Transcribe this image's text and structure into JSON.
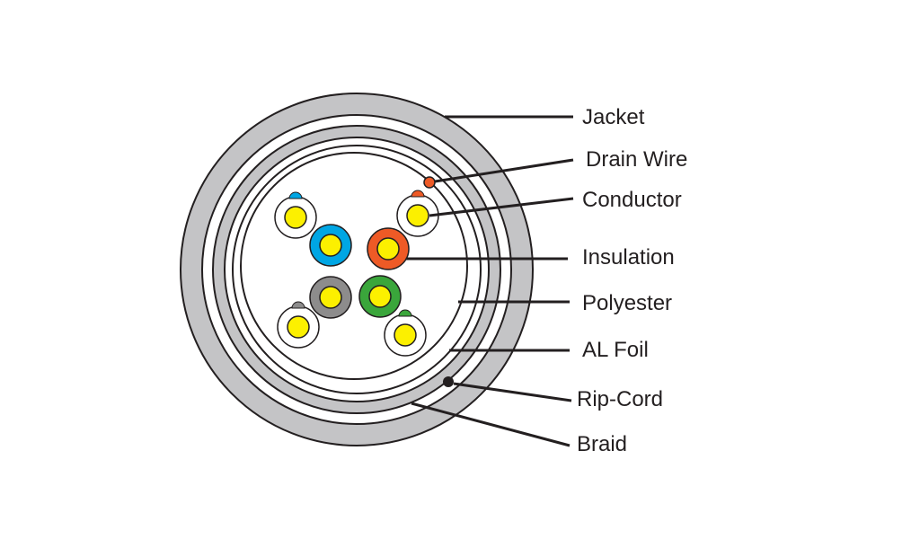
{
  "labels": {
    "jacket": "Jacket",
    "drain_wire": "Drain Wire",
    "conductor": "Conductor",
    "insulation": "Insulation",
    "polyester": "Polyester",
    "al_foil": "AL Foil",
    "rip_cord": "Rip-Cord",
    "braid": "Braid"
  },
  "colors": {
    "jacket": "#c4c4c6",
    "braid": "#c4c4c6",
    "outline": "#231f20",
    "conductor": "#fcf000",
    "blue_pair": "#00a6e4",
    "orange_pair": "#ee5a26",
    "grey_pair": "#8d8c8c",
    "green_pair": "#3aa63b",
    "drain_wire": "#ee5a26",
    "rip_cord": "#231f20"
  }
}
